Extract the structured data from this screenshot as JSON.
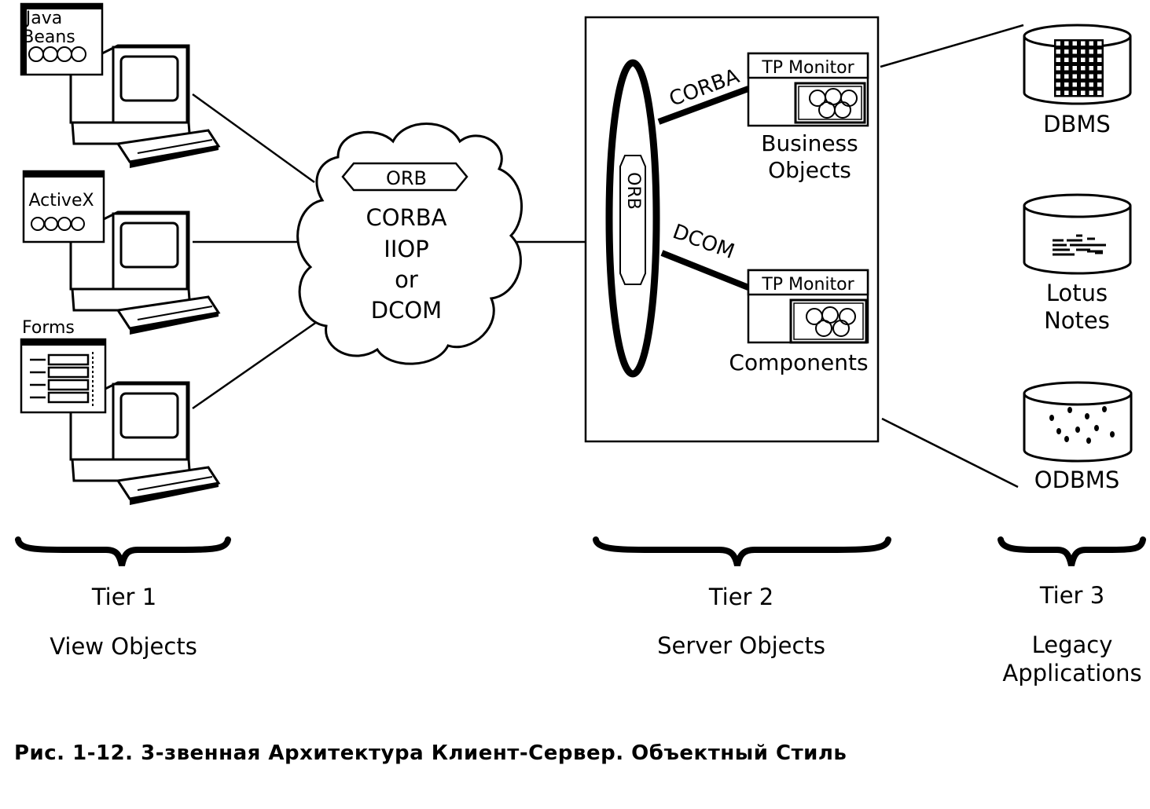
{
  "tier1": {
    "clients": [
      {
        "label_lines": [
          "Java",
          "Beans"
        ]
      },
      {
        "label_lines": [
          "ActiveX"
        ]
      },
      {
        "label_lines": [
          "Forms"
        ]
      }
    ],
    "tier_label": "Tier 1",
    "tier_desc_lines": [
      "View Objects"
    ]
  },
  "network": {
    "orb_label": "ORB",
    "protocol_lines": [
      "CORBA",
      "IIOP",
      "or",
      "DCOM"
    ]
  },
  "tier2": {
    "orb_vertical": "ORB",
    "links": [
      {
        "label": "CORBA",
        "monitor": "TP Monitor",
        "caption_lines": [
          "Business",
          "Objects"
        ]
      },
      {
        "label": "DCOM",
        "monitor": "TP Monitor",
        "caption_lines": [
          "Components"
        ]
      }
    ],
    "tier_label": "Tier 2",
    "tier_desc_lines": [
      "Server Objects"
    ]
  },
  "tier3": {
    "stores": [
      {
        "type": "grid",
        "label_lines": [
          "DBMS"
        ]
      },
      {
        "type": "bars",
        "label_lines": [
          "Lotus",
          "Notes"
        ]
      },
      {
        "type": "dots",
        "label_lines": [
          "ODBMS"
        ]
      }
    ],
    "tier_label": "Tier 3",
    "tier_desc_lines": [
      "Legacy",
      "Applications"
    ]
  },
  "caption": "Рис. 1-12. 3-звенная Архитектура Клиент-Сервер. Объектный Стиль"
}
